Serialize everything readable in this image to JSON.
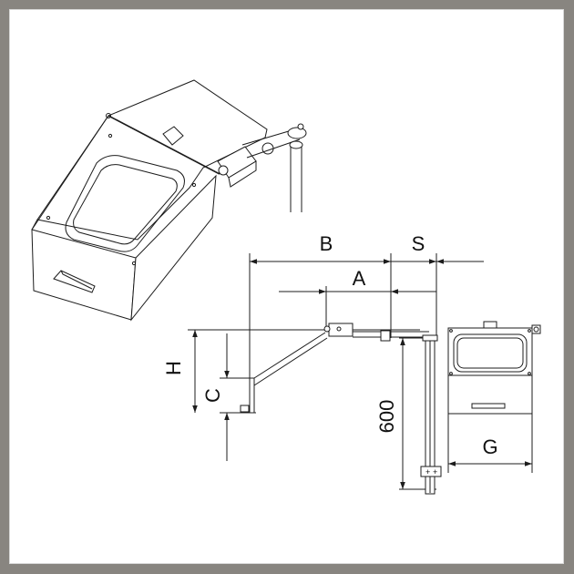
{
  "dimensions": {
    "b": "B",
    "s": "S",
    "a": "A",
    "h": "H",
    "c": "C",
    "height_600": "600",
    "g": "G"
  },
  "colors": {
    "frame": "#888580",
    "canvas": "#ffffff",
    "line": "#1c1c1c"
  }
}
